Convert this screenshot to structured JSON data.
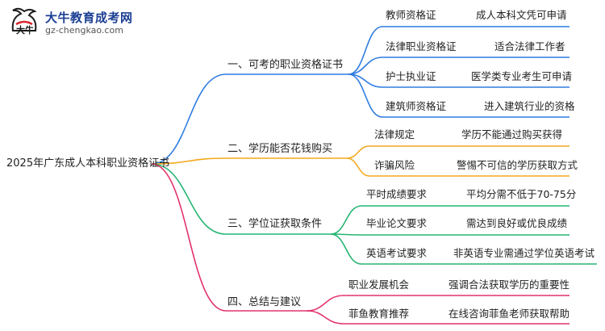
{
  "logo": {
    "name": "大牛教育成考网",
    "url": "gz-chengkao.com",
    "mark_text": "大牛"
  },
  "root": "2025年广东成人本科职业资格证书",
  "branches": [
    {
      "label": "一、可考的职业资格证书",
      "color": "#2f7de1",
      "items": [
        {
          "label": "教师资格证",
          "value": "成人本科文凭可申请"
        },
        {
          "label": "法律职业资格证",
          "value": "适合法律工作者"
        },
        {
          "label": "护士执业证",
          "value": "医学类专业考生可申请"
        },
        {
          "label": "建筑师资格证",
          "value": "进入建筑行业的资格"
        }
      ]
    },
    {
      "label": "二、学历能否花钱购买",
      "color": "#f2a81d",
      "items": [
        {
          "label": "法律规定",
          "value": "学历不能通过购买获得"
        },
        {
          "label": "诈骗风险",
          "value": "警惕不可信的学历获取方式"
        }
      ]
    },
    {
      "label": "三、学位证获取条件",
      "color": "#26b574",
      "items": [
        {
          "label": "平时成绩要求",
          "value": "平均分需不低于70-75分"
        },
        {
          "label": "毕业论文要求",
          "value": "需达到良好或优良成绩"
        },
        {
          "label": "英语考试要求",
          "value": "非英语专业需通过学位英语考试"
        }
      ]
    },
    {
      "label": "四、总结与建议",
      "color": "#e2336b",
      "items": [
        {
          "label": "职业发展机会",
          "value": "强调合法获取学历的重要性"
        },
        {
          "label": "菲鱼教育推荐",
          "value": "在线咨询菲鱼老师获取帮助"
        }
      ]
    }
  ]
}
